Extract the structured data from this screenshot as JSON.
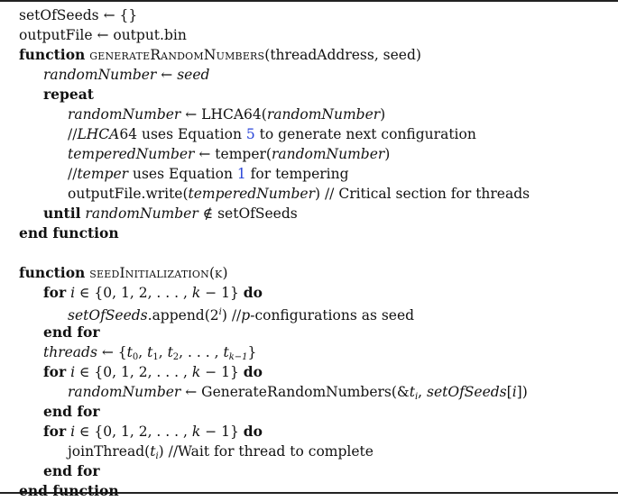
{
  "lines": [
    {
      "indent": 0,
      "segments": [
        {
          "text": "setOfSeeds ← {}",
          "style": "plain"
        }
      ]
    },
    {
      "indent": 0,
      "segments": [
        {
          "text": "outputFile ← output.bin",
          "style": "plain"
        }
      ]
    },
    {
      "indent": 0,
      "segments": [
        {
          "text": "function",
          "style": "kw"
        },
        {
          "text": " ",
          "style": "plain"
        },
        {
          "text": "generateRandomNumbers",
          "style": "sc"
        },
        {
          "text": "(threadAddress, seed)",
          "style": "plain"
        }
      ]
    },
    {
      "indent": 1,
      "segments": [
        {
          "text": "randomNumber",
          "style": "it"
        },
        {
          "text": " ← ",
          "style": "plain"
        },
        {
          "text": "seed",
          "style": "it"
        }
      ]
    },
    {
      "indent": 1,
      "segments": [
        {
          "text": "repeat",
          "style": "kw"
        }
      ]
    },
    {
      "indent": 2,
      "segments": [
        {
          "text": "randomNumber",
          "style": "it"
        },
        {
          "text": " ← LHCA64(",
          "style": "plain"
        },
        {
          "text": "randomNumber",
          "style": "it"
        },
        {
          "text": ")",
          "style": "plain"
        }
      ]
    },
    {
      "indent": 2,
      "segments": [
        {
          "text": "//",
          "style": "plain"
        },
        {
          "text": "LHCA",
          "style": "it"
        },
        {
          "text": "64 uses Equation ",
          "style": "plain"
        },
        {
          "text": "5",
          "style": "ref"
        },
        {
          "text": " to generate next configuration",
          "style": "plain"
        }
      ]
    },
    {
      "indent": 2,
      "segments": [
        {
          "text": "temperedNumber",
          "style": "it"
        },
        {
          "text": " ← temper(",
          "style": "plain"
        },
        {
          "text": "randomNumber",
          "style": "it"
        },
        {
          "text": ")",
          "style": "plain"
        }
      ]
    },
    {
      "indent": 2,
      "segments": [
        {
          "text": "//",
          "style": "plain"
        },
        {
          "text": "temper",
          "style": "it"
        },
        {
          "text": " uses Equation ",
          "style": "plain"
        },
        {
          "text": "1",
          "style": "ref"
        },
        {
          "text": " for tempering",
          "style": "plain"
        }
      ]
    },
    {
      "indent": 2,
      "segments": [
        {
          "text": "outputFile.write(",
          "style": "plain"
        },
        {
          "text": "temperedNumber",
          "style": "it"
        },
        {
          "text": ") // Critical section for threads",
          "style": "plain"
        }
      ]
    },
    {
      "indent": 1,
      "segments": [
        {
          "text": "until",
          "style": "kw"
        },
        {
          "text": " ",
          "style": "plain"
        },
        {
          "text": "randomNumber",
          "style": "it"
        },
        {
          "text": " ∉ setOfSeeds",
          "style": "plain"
        }
      ]
    },
    {
      "indent": 0,
      "segments": [
        {
          "text": "end function",
          "style": "kw"
        }
      ]
    },
    {
      "indent": 0,
      "segments": [
        {
          "text": "",
          "style": "plain"
        }
      ]
    },
    {
      "indent": 0,
      "segments": [
        {
          "text": "function",
          "style": "kw"
        },
        {
          "text": " ",
          "style": "plain"
        },
        {
          "text": "seedInitialization",
          "style": "sc"
        },
        {
          "text": "(",
          "style": "plain"
        },
        {
          "text": "k",
          "style": "sc"
        },
        {
          "text": ")",
          "style": "plain"
        }
      ]
    },
    {
      "indent": 1,
      "segments": [
        {
          "text": "for",
          "style": "kw"
        },
        {
          "text": " ",
          "style": "plain"
        },
        {
          "text": "i",
          "style": "it"
        },
        {
          "text": " ∈ {0, 1, 2, . . . , ",
          "style": "plain"
        },
        {
          "text": "k",
          "style": "it"
        },
        {
          "text": " − 1} ",
          "style": "plain"
        },
        {
          "text": "do",
          "style": "kw"
        }
      ]
    },
    {
      "indent": 2,
      "segments": [
        {
          "text": "setOfSeeds",
          "style": "it"
        },
        {
          "text": ".append(2",
          "style": "plain"
        },
        {
          "text": "i",
          "style": "sup-it"
        },
        {
          "text": ") //",
          "style": "plain"
        },
        {
          "text": "p",
          "style": "it"
        },
        {
          "text": "-configurations as seed",
          "style": "plain"
        }
      ]
    },
    {
      "indent": 1,
      "segments": [
        {
          "text": "end for",
          "style": "kw"
        }
      ]
    },
    {
      "indent": 1,
      "segments": [
        {
          "text": "threads",
          "style": "it"
        },
        {
          "text": " ← {",
          "style": "plain"
        },
        {
          "text": "t",
          "style": "it"
        },
        {
          "text": "0",
          "style": "sub"
        },
        {
          "text": ", ",
          "style": "plain"
        },
        {
          "text": "t",
          "style": "it"
        },
        {
          "text": "1",
          "style": "sub"
        },
        {
          "text": ", ",
          "style": "plain"
        },
        {
          "text": "t",
          "style": "it"
        },
        {
          "text": "2",
          "style": "sub"
        },
        {
          "text": ", . . . , ",
          "style": "plain"
        },
        {
          "text": "t",
          "style": "it"
        },
        {
          "text": "k−1",
          "style": "sub-it"
        },
        {
          "text": "}",
          "style": "plain"
        }
      ]
    },
    {
      "indent": 1,
      "segments": [
        {
          "text": "for",
          "style": "kw"
        },
        {
          "text": " ",
          "style": "plain"
        },
        {
          "text": "i",
          "style": "it"
        },
        {
          "text": " ∈ {0, 1, 2, . . . , ",
          "style": "plain"
        },
        {
          "text": "k",
          "style": "it"
        },
        {
          "text": " − 1} ",
          "style": "plain"
        },
        {
          "text": "do",
          "style": "kw"
        }
      ]
    },
    {
      "indent": 2,
      "segments": [
        {
          "text": "randomNumber",
          "style": "it"
        },
        {
          "text": " ← GenerateRandomNumbers(&",
          "style": "plain"
        },
        {
          "text": "t",
          "style": "it"
        },
        {
          "text": "i",
          "style": "sub-it"
        },
        {
          "text": ", ",
          "style": "plain"
        },
        {
          "text": "setOfSeeds",
          "style": "it"
        },
        {
          "text": "[",
          "style": "plain"
        },
        {
          "text": "i",
          "style": "it"
        },
        {
          "text": "])",
          "style": "plain"
        }
      ]
    },
    {
      "indent": 1,
      "segments": [
        {
          "text": "end for",
          "style": "kw"
        }
      ]
    },
    {
      "indent": 1,
      "segments": [
        {
          "text": "for",
          "style": "kw"
        },
        {
          "text": " ",
          "style": "plain"
        },
        {
          "text": "i",
          "style": "it"
        },
        {
          "text": " ∈ {0, 1, 2, . . . , ",
          "style": "plain"
        },
        {
          "text": "k",
          "style": "it"
        },
        {
          "text": " − 1} ",
          "style": "plain"
        },
        {
          "text": "do",
          "style": "kw"
        }
      ]
    },
    {
      "indent": 2,
      "segments": [
        {
          "text": "joinThread(",
          "style": "plain"
        },
        {
          "text": "t",
          "style": "it"
        },
        {
          "text": "i",
          "style": "sub-it"
        },
        {
          "text": ") //Wait for thread to complete",
          "style": "plain"
        }
      ]
    },
    {
      "indent": 1,
      "segments": [
        {
          "text": "end for",
          "style": "kw"
        }
      ]
    },
    {
      "indent": 0,
      "segments": [
        {
          "text": "end function",
          "style": "kw"
        }
      ]
    }
  ]
}
